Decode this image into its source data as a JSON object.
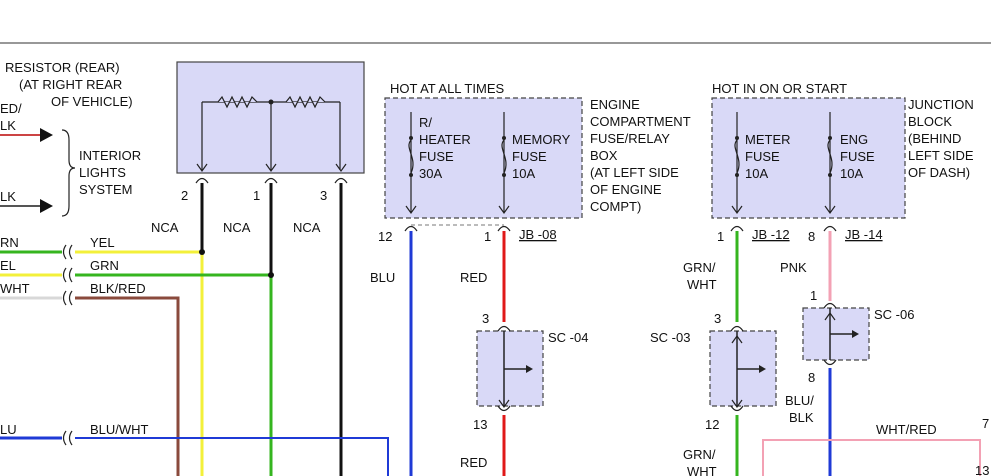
{
  "colors": {
    "blu": "#1f3ad6",
    "red": "#e01818",
    "grn": "#35b51f",
    "yel": "#f3f03a",
    "blk": "#111111",
    "pnk": "#f3a1b4",
    "brown": "#8a4a3c",
    "wht": "#d8d8d8",
    "box_fill": "#d9d9f7"
  },
  "left": {
    "resistor_label": [
      "RESISTOR (REAR)",
      "(AT RIGHT REAR",
      "OF VEHICLE)"
    ],
    "red_frag": "ED/",
    "lk_frag1": "LK",
    "lk_frag2": "LK",
    "interior": [
      "INTERIOR",
      "LIGHTS",
      "SYSTEM"
    ],
    "pins": [
      "2",
      "1",
      "3"
    ],
    "nca": [
      "NCA",
      "NCA",
      "NCA"
    ],
    "wires_left": [
      "RN",
      "EL",
      "WHT",
      "LU"
    ],
    "wires_right": [
      "YEL",
      "GRN",
      "BLK/RED",
      "BLU/WHT"
    ]
  },
  "fuse_box_1": {
    "header": "HOT AT ALL TIMES",
    "fuse1": [
      "R/",
      "HEATER",
      "FUSE",
      "30A"
    ],
    "fuse2": [
      "MEMORY",
      "FUSE",
      "10A"
    ],
    "side": [
      "ENGINE",
      "COMPARTMENT",
      "FUSE/RELAY",
      "BOX",
      "(AT LEFT SIDE",
      "OF ENGINE",
      "COMPT)"
    ],
    "pin_left": "12",
    "pin_right": "1",
    "connector": "JB -08"
  },
  "fuse_box_2": {
    "header": "HOT IN ON OR START",
    "fuse1": [
      "METER",
      "FUSE",
      "10A"
    ],
    "fuse2": [
      "ENG",
      "FUSE",
      "10A"
    ],
    "side": [
      "JUNCTION",
      "BLOCK",
      "(BEHIND",
      "LEFT SIDE",
      "OF DASH)"
    ],
    "pin_left": "1",
    "connector_left": "JB -12",
    "pin_right": "8",
    "connector_right": "JB -14"
  },
  "middle": {
    "blu": "BLU",
    "red": "RED",
    "red2": "RED",
    "sc04": "SC -04",
    "sc04_top": "3",
    "sc04_bot": "13"
  },
  "right": {
    "grn_wht": [
      "GRN/",
      "WHT"
    ],
    "grn_wht2": [
      "GRN/",
      "WHT"
    ],
    "pnk": "PNK",
    "sc03": "SC -03",
    "sc03_top": "3",
    "sc03_bot": "12",
    "sc06": "SC -06",
    "sc06_top": "1",
    "sc06_bot": "8",
    "blu_blk": [
      "BLU/",
      "BLK"
    ],
    "wht_red": "WHT/RED",
    "pin7": "7",
    "pin13": "13"
  }
}
